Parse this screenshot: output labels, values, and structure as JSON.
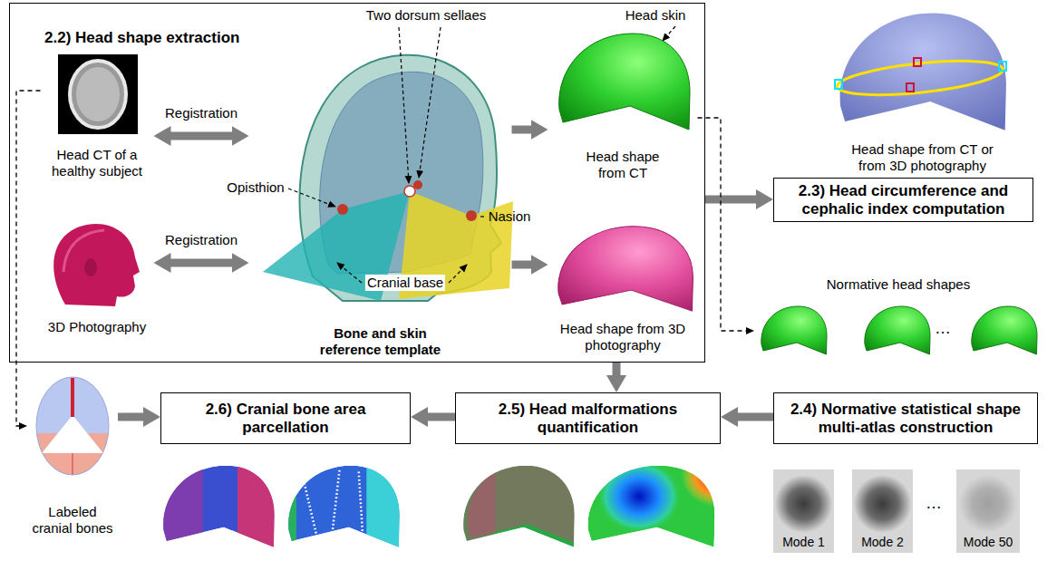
{
  "diagram": {
    "nodes": [
      {
        "text": [
          "2.2) Head shape extraction"
        ]
      },
      {
        "text": [
          "Head CT of a healthy subject"
        ],
        "in": 0
      },
      {
        "text": [
          "3D Photography"
        ],
        "in": 0
      },
      {
        "text": [
          "Bone and skin reference template"
        ],
        "in": 0
      },
      {
        "text": [
          "Head shape from CT"
        ],
        "in": 0
      },
      {
        "text": [
          "Head shape from 3D photography"
        ],
        "in": 0
      },
      {
        "text": [
          "Head shape from CT or from 3D photography"
        ]
      },
      {
        "text": [
          "2.3) Head circumference and cephalic index computation"
        ]
      },
      {
        "text": [
          "Normative head shapes"
        ]
      },
      {
        "text": [
          "2.4) Normative statistical shape multi-atlas construction"
        ]
      },
      {
        "text": [
          "2.5) Head malformations quantification"
        ]
      },
      {
        "text": [
          "2.6) Cranial bone area parcellation"
        ]
      },
      {
        "text": [
          "Labeled cranial bones"
        ]
      }
    ],
    "edges": [
      {
        "from": 1,
        "to": 3,
        "arrow": "both",
        "label": "Registration"
      },
      {
        "from": 2,
        "to": 3,
        "arrow": "both",
        "label": "Registration"
      },
      {
        "from": 3,
        "to": 4,
        "arrow": "to"
      },
      {
        "from": 3,
        "to": 5,
        "arrow": "to"
      },
      {
        "from": 0,
        "to": 7,
        "arrow": "to"
      },
      {
        "from": 4,
        "to": 8,
        "arrow": "to"
      },
      {
        "from": 1,
        "to": 12,
        "arrow": "to"
      },
      {
        "from": 0,
        "to": 10,
        "arrow": "to"
      },
      {
        "from": 9,
        "to": 10,
        "arrow": "to"
      },
      {
        "from": 10,
        "to": 11,
        "arrow": "to"
      },
      {
        "from": 12,
        "to": 11,
        "arrow": "to"
      }
    ],
    "labels": [
      "Two dorsum sellaes",
      "Opisthion",
      "Nasion",
      "Cranial base",
      "Head skin",
      "…",
      "Mode 1",
      "Mode 2",
      "…",
      "Mode 50"
    ]
  }
}
